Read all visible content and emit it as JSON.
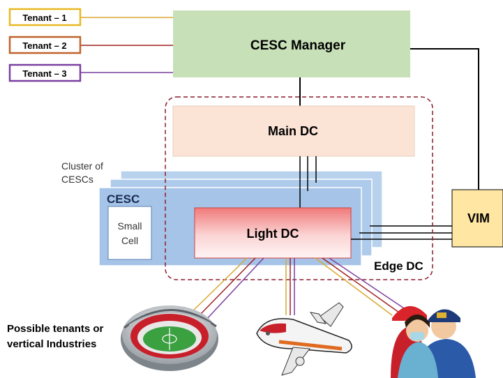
{
  "tenants": [
    {
      "label": "Tenant – 1",
      "color": "#e8b820"
    },
    {
      "label": "Tenant – 2",
      "color": "#c0622a"
    },
    {
      "label": "Tenant – 3",
      "color": "#7a3fa0"
    }
  ],
  "cesc_manager": {
    "label": "CESC Manager",
    "fill": "#c8e0b8"
  },
  "main_dc": {
    "label": "Main DC",
    "fill": "#fbe3d6"
  },
  "cluster_label": [
    "Cluster of",
    "CESCs"
  ],
  "cesc": {
    "label": "CESC",
    "fill": "#a9c8ea"
  },
  "small_cell": {
    "line1": "Small",
    "line2": "Cell"
  },
  "light_dc": {
    "label": "Light DC"
  },
  "edge_dc": {
    "label": "Edge DC",
    "border": "#8b1a2a"
  },
  "vim": {
    "label": "VIM",
    "fill": "#ffe6a3"
  },
  "tenants_caption": {
    "line1": "Possible tenants or",
    "line2": "vertical Industries"
  },
  "icons": [
    "stadium-icon",
    "airplane-icon",
    "emergency-services-icon"
  ]
}
